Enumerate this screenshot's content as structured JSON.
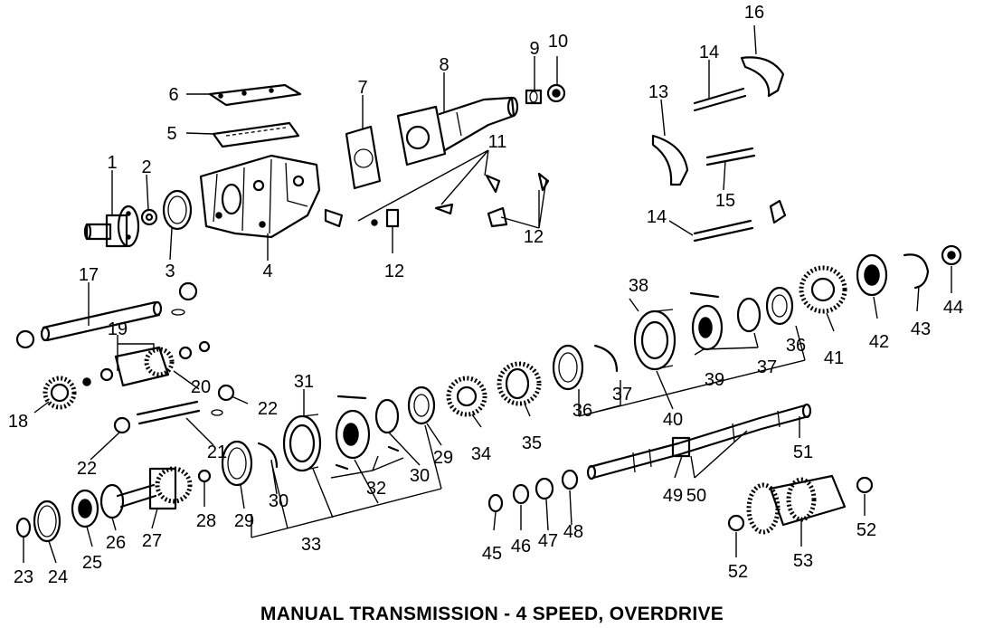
{
  "caption": "MANUAL TRANSMISSION - 4 SPEED, OVERDRIVE",
  "callouts": [
    "1",
    "2",
    "3",
    "4",
    "5",
    "6",
    "7",
    "8",
    "9",
    "10",
    "11",
    "12",
    "12",
    "13",
    "14",
    "14",
    "15",
    "16",
    "17",
    "18",
    "19",
    "20",
    "21",
    "22",
    "22",
    "23",
    "24",
    "25",
    "26",
    "27",
    "28",
    "29",
    "29",
    "30",
    "30",
    "31",
    "32",
    "33",
    "34",
    "35",
    "36",
    "36",
    "37",
    "37",
    "38",
    "39",
    "40",
    "41",
    "42",
    "43",
    "44",
    "45",
    "46",
    "47",
    "48",
    "49",
    "50",
    "51",
    "52",
    "52",
    "53"
  ]
}
